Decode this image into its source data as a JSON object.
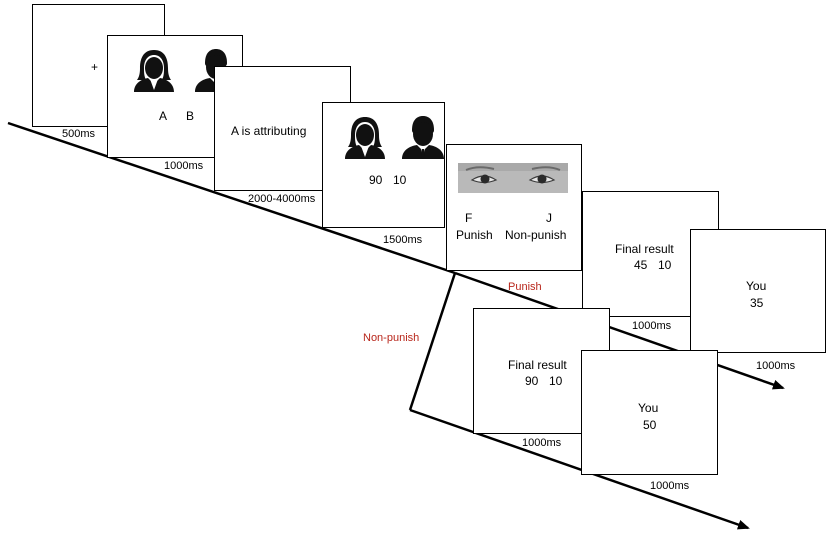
{
  "colors": {
    "frame": "#000000",
    "branch_label": "#b8261b",
    "eyes_bg": "#b9b9b9"
  },
  "screens": {
    "fixation": {
      "symbol": "+",
      "duration": "500ms"
    },
    "identities": {
      "label_a": "A",
      "label_b": "B",
      "duration": "1000ms",
      "icons": [
        "female-avatar-icon",
        "male-avatar-icon"
      ]
    },
    "attributing": {
      "text": "A is attributing",
      "duration": "2000-4000ms"
    },
    "allocation": {
      "value_a": "90",
      "value_b": "10",
      "duration": "1500ms",
      "icons": [
        "female-avatar-icon",
        "male-avatar-icon"
      ]
    },
    "decision": {
      "image": "eyes-photo",
      "key_left": "F",
      "key_right": "J",
      "option_left": "Punish",
      "option_right": "Non-punish"
    }
  },
  "branches": {
    "punish": {
      "label": "Punish",
      "final": {
        "title": "Final result",
        "value_a": "45",
        "value_b": "10",
        "duration": "1000ms"
      },
      "you": {
        "title": "You",
        "value": "35",
        "duration": "1000ms"
      }
    },
    "non_punish": {
      "label": "Non-punish",
      "final": {
        "title": "Final result",
        "value_a": "90",
        "value_b": "10",
        "duration": "1000ms"
      },
      "you": {
        "title": "You",
        "value": "50",
        "duration": "1000ms"
      }
    }
  }
}
